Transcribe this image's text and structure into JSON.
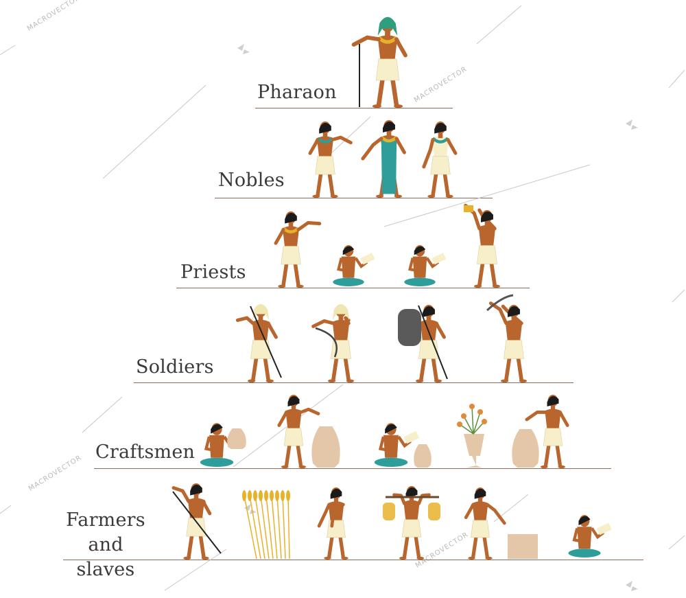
{
  "tiers": [
    {
      "label": "Pharaon"
    },
    {
      "label": "Nobles"
    },
    {
      "label": "Priests"
    },
    {
      "label": "Soldiers"
    },
    {
      "label": "Craftsmen"
    },
    {
      "label": "Farmers and slaves"
    }
  ],
  "watermark": "MACROVECTOR",
  "colors": {
    "skin": "#b8662e",
    "hair": "#1b1b1b",
    "linen": "#f6efc9",
    "gold": "#e8b12a",
    "teal": "#2f9e9a",
    "pot": "#e3c7a8",
    "line": "#8a6a5a",
    "text": "#3a3a3a"
  }
}
